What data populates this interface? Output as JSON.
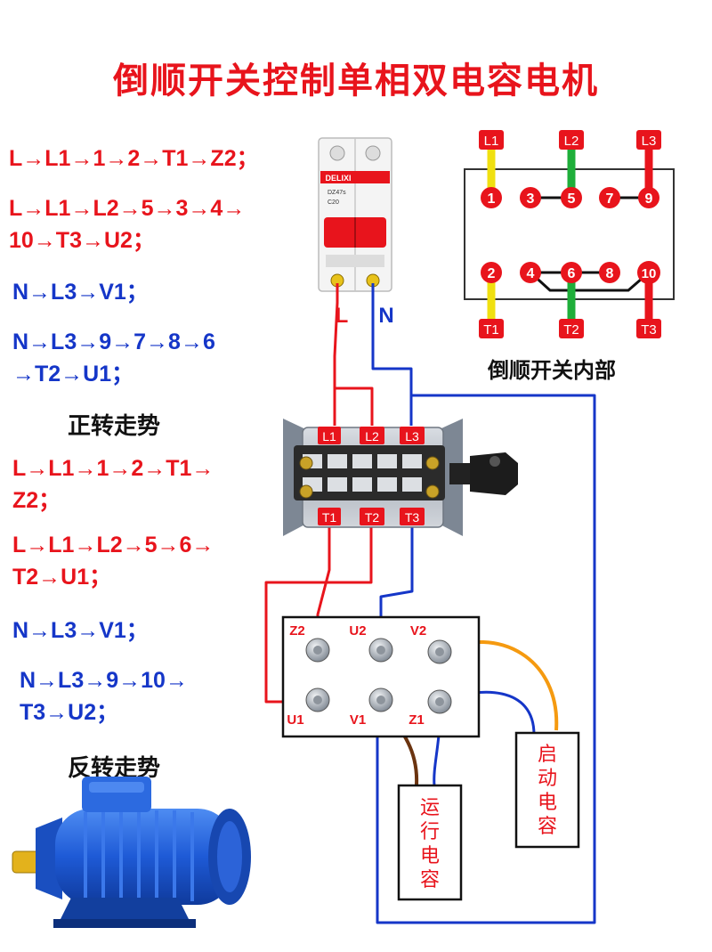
{
  "title": "倒顺开关控制单相双电容电机",
  "forward": {
    "heading": "正转走势",
    "paths": [
      {
        "line1": "L→L1→1→2→T1→Z2；",
        "line2": "",
        "color": "red"
      },
      {
        "line1": "L→L1→L2→5→3→4→",
        "line2": "10→T3→U2；",
        "color": "red"
      },
      {
        "line1": "N→L3→V1；",
        "line2": "",
        "color": "blue"
      },
      {
        "line1": "N→L3→9→7→8→6",
        "line2": "→T2→U1；",
        "color": "blue"
      }
    ]
  },
  "reverse": {
    "heading": "反转走势",
    "paths": [
      {
        "line1": "L→L1→1→2→T1→",
        "line2": "Z2；",
        "color": "red"
      },
      {
        "line1": "L→L1→L2→5→6→",
        "line2": "T2→U1；",
        "color": "red"
      },
      {
        "line1": "N→L3→V1；",
        "line2": "",
        "color": "blue"
      },
      {
        "line1": "N→L3→9→10→",
        "line2": "T3→U2；",
        "color": "blue"
      }
    ]
  },
  "switch_internal": {
    "caption": "倒顺开关内部",
    "top_labels": [
      "L1",
      "L2",
      "L3"
    ],
    "row1": [
      "1",
      "3",
      "5",
      "7",
      "9"
    ],
    "row2": [
      "2",
      "4",
      "6",
      "8",
      "10"
    ],
    "bottom_labels": [
      "T1",
      "T2",
      "T3"
    ]
  },
  "breaker": {
    "brand": "DELIXI",
    "model": "DZ47s",
    "rating": "C20",
    "l_label": "L",
    "n_label": "N"
  },
  "drum_switch": {
    "top_labels": [
      "L1",
      "L2",
      "L3"
    ],
    "bottom_labels": [
      "T1",
      "T2",
      "T3"
    ]
  },
  "motor_terminals": {
    "top": [
      "Z2",
      "U2",
      "V2"
    ],
    "bottom": [
      "U1",
      "V1",
      "Z1"
    ]
  },
  "capacitors": {
    "run": [
      "运",
      "行",
      "电",
      "容"
    ],
    "start": [
      "启",
      "动",
      "电",
      "容"
    ]
  },
  "colors": {
    "red": "#e8141c",
    "blue": "#1536c8",
    "yellow": "#f0e010",
    "green": "#1fae3a",
    "orange": "#f59a10",
    "brown": "#6b3410",
    "motor": "#1e5ad6"
  }
}
